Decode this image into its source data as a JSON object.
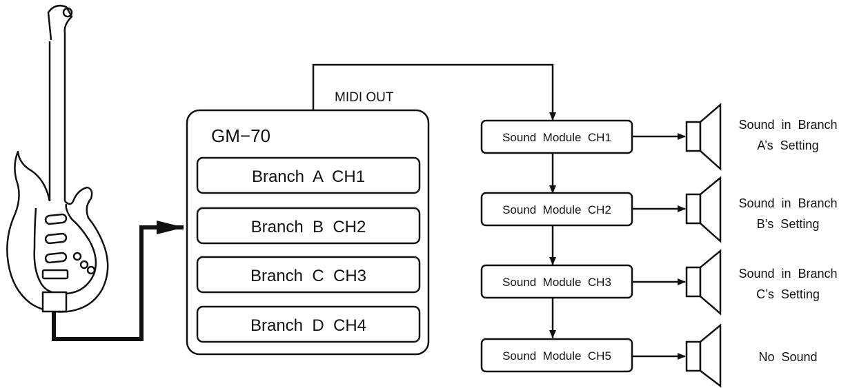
{
  "midi_out_label": "MIDI OUT",
  "unit_name": "GM−70",
  "branches": [
    {
      "label": "Branch  A  CH1"
    },
    {
      "label": "Branch  B  CH2"
    },
    {
      "label": "Branch  C  CH3"
    },
    {
      "label": "Branch  D  CH4"
    }
  ],
  "modules": [
    {
      "label": "Sound  Module  CH1",
      "result_line1": "Sound  in  Branch",
      "result_line2": "A’s  Setting"
    },
    {
      "label": "Sound  Module  CH2",
      "result_line1": "Sound  in  Branch",
      "result_line2": "B’s  Setting"
    },
    {
      "label": "Sound  Module  CH3",
      "result_line1": "Sound  in  Branch",
      "result_line2": "C’s  Setting"
    },
    {
      "label": "Sound  Module  CH5",
      "result_line1": "No  Sound",
      "result_line2": ""
    }
  ],
  "colors": {
    "ink": "#111111",
    "paper": "#ffffff"
  }
}
